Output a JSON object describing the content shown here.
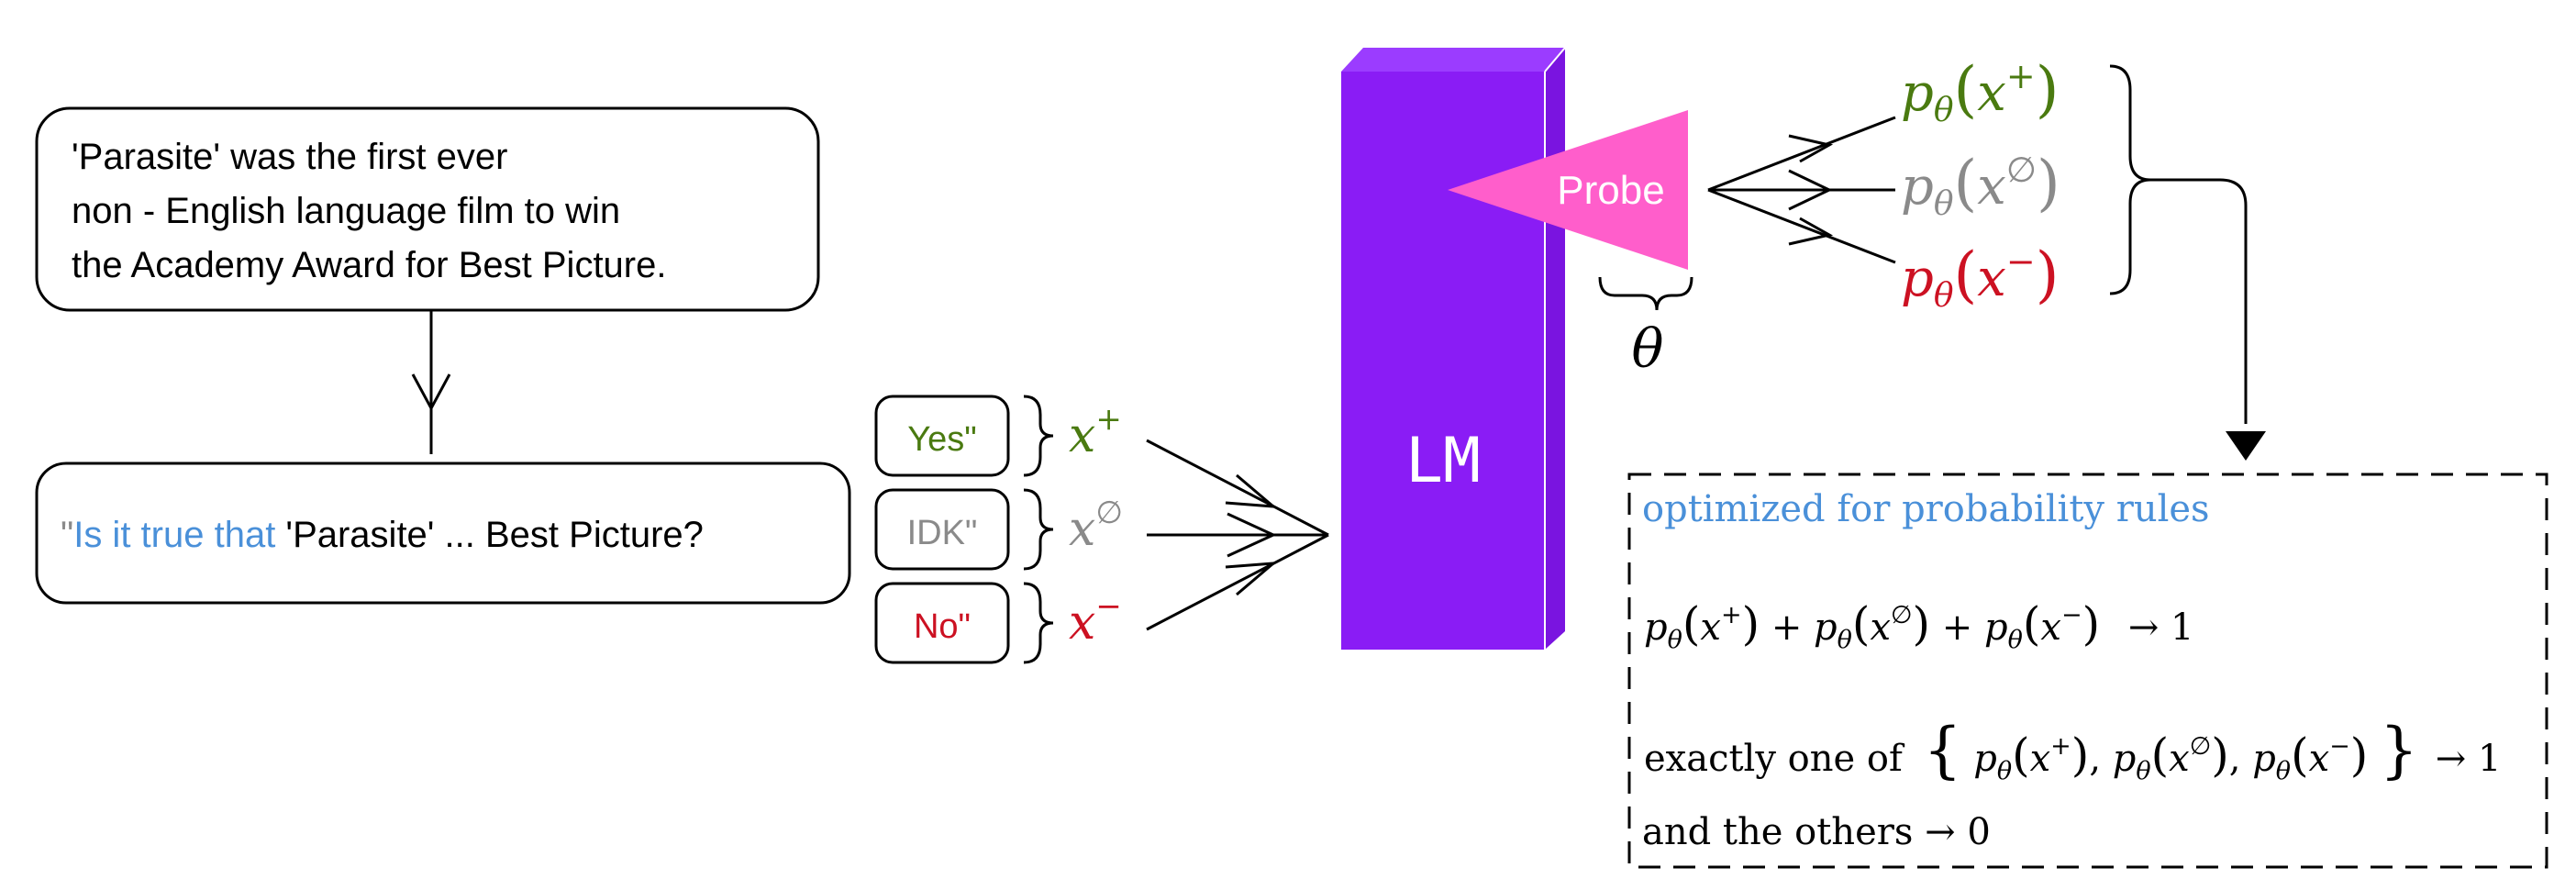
{
  "statement_box": {
    "lines": [
      "'Parasite' was the first ever",
      "non - English language film to win",
      "the Academy Award for Best Picture."
    ]
  },
  "question_box": {
    "open_quote": "\"",
    "prefix": "Is it true that",
    "middle": " 'Parasite' ...  Best Picture",
    "suffix": "?"
  },
  "answers": [
    {
      "label": "Yes\"",
      "variable": "x",
      "superscript": "+",
      "color": "#4a7a10"
    },
    {
      "label": "IDK\"",
      "variable": "x",
      "superscript": "∅",
      "color": "#8a8a8a"
    },
    {
      "label": "No\"",
      "variable": "x",
      "superscript": "−",
      "color": "#cc1122"
    }
  ],
  "model": {
    "label": "LM",
    "color": "#8a1cf5"
  },
  "probe": {
    "label": "Probe",
    "color": "#ff5ecb",
    "parameter": "θ"
  },
  "outputs": [
    {
      "prob": "p",
      "sub": "θ",
      "open": "(",
      "var": "x",
      "sup": "+",
      "close": ")",
      "color": "#4a7a10"
    },
    {
      "prob": "p",
      "sub": "θ",
      "open": "(",
      "var": "x",
      "sup": "∅",
      "close": ")",
      "color": "#8a8a8a"
    },
    {
      "prob": "p",
      "sub": "θ",
      "open": "(",
      "var": "x",
      "sup": "−",
      "close": ")",
      "color": "#cc1122"
    }
  ],
  "rules_box": {
    "title": "optimized for probability rules",
    "sum_rule_arrow": "→ 1",
    "exactly_one_prefix": "exactly one of",
    "exactly_one_suffix": "→ 1",
    "others_line": "and the others → 0",
    "title_color": "#4a90d9"
  }
}
